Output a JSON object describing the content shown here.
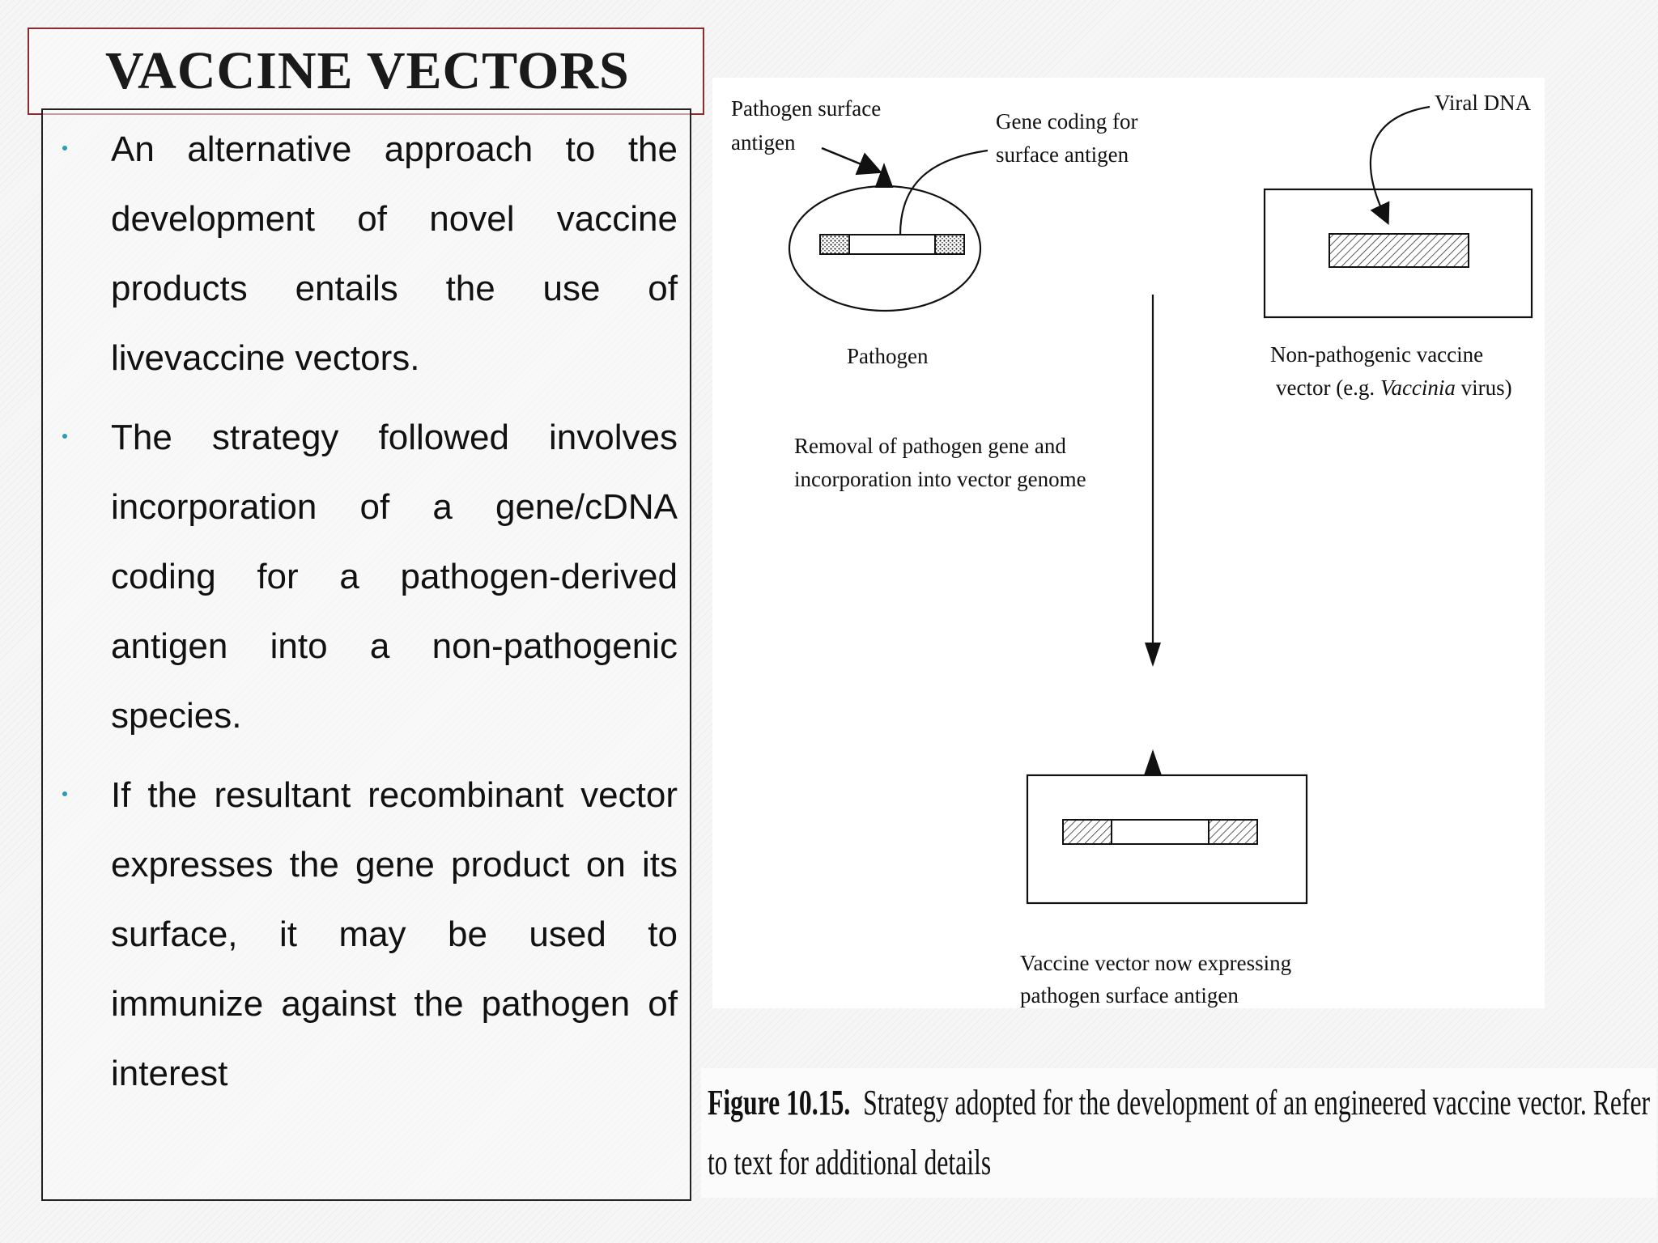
{
  "slide": {
    "title": "VACCINE VECTORS",
    "bullets": [
      "An alternative approach to the development of novel vaccine products entails the use of livevaccine vectors.",
      "The strategy followed involves incorporation of a gene/cDNA coding for a pathogen-derived antigen into a non-pathogenic species.",
      "If the resultant recombinant vector expresses the gene product on its surface, it may be used to immunize against the pathogen of interest"
    ]
  },
  "figure": {
    "labels": {
      "pathogen_surface_line1": "Pathogen surface",
      "pathogen_surface_line2": "antigen",
      "gene_coding_line1": "Gene coding for",
      "gene_coding_line2": "surface antigen",
      "viral_dna": "Viral DNA",
      "pathogen": "Pathogen",
      "nonpath_line1": "Non-pathogenic vaccine",
      "nonpath_line2_prefix": "vector (e.g. ",
      "nonpath_line2_italic": "Vaccinia",
      "nonpath_line2_suffix": " virus)",
      "removal_line1": "Removal of pathogen gene and",
      "removal_line2": "incorporation into vector genome",
      "result_line1": "Vaccine vector now expressing",
      "result_line2": "pathogen surface antigen"
    },
    "caption_label": "Figure 10.15.",
    "caption_text": "Strategy adopted for the development of an engineered vaccine vector. Refer to text for additional details"
  },
  "colors": {
    "title_border": "#8b2b2b",
    "bullet_dot": "#2a9bb8"
  }
}
